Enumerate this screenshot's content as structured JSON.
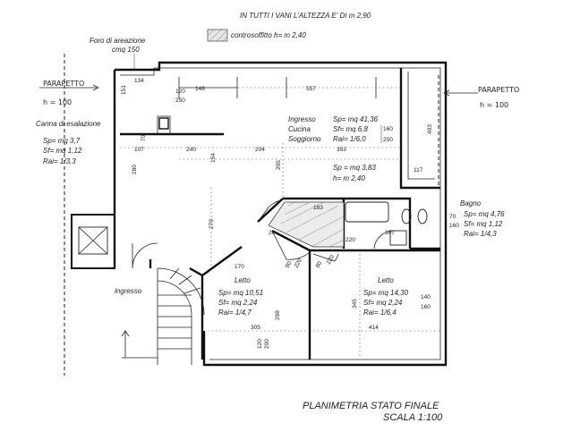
{
  "header": {
    "note": "IN TUTTI I VANI L'ALTEZZA E' DI m 2,90",
    "legend": "controsoffitto h= m 2,40"
  },
  "annotations": {
    "foro_line1": "Foro di areazione",
    "foro_line2": "cmq 150",
    "parapetto_left": "PARAPETTO",
    "parapetto_left_h": "h = 100",
    "parapetto_right": "PARAPETTO",
    "parapetto_right_h": "h = 100",
    "canna": "Canna di esalazione",
    "ingresso": "ingresso"
  },
  "rooms": {
    "left": {
      "sp": "Sp= mq 3,7",
      "sf": "Sf= mq 1,12",
      "rai": "Rai= 1/3,3"
    },
    "main": {
      "name1": "Ingresso",
      "name2": "Cucina",
      "name3": "Soggiorno",
      "sp": "Sp= mq 41,36",
      "sf": "Sf= mq 6,8",
      "rai": "Rai= 1/6,0",
      "dim1": "160",
      "dim2": "250"
    },
    "hall": {
      "sp": "Sp = mq 3,83",
      "h": "h= m 2,40"
    },
    "bagno": {
      "name": "Bagno",
      "sp": "Sp= mq 4,76",
      "sf": "Sf= mq 1,12",
      "rai": "Rai= 1/4,3",
      "dim1": "70",
      "dim2": "160"
    },
    "letto1": {
      "name": "Letto",
      "sp": "Sp= mq 10,51",
      "sf": "Sf= mq 2,24",
      "rai": "Rai= 1/4,7"
    },
    "letto2": {
      "name": "Letto",
      "sp": "Sp= mq 14,30",
      "sf": "Sf= mq 2,24",
      "rai": "Rai= 1/6,4",
      "dim1": "140",
      "dim2": "160"
    }
  },
  "dimensions": {
    "d134": "134",
    "d151": "151",
    "d120": "120",
    "d250a": "250",
    "d148": "148",
    "d557": "557",
    "d403": "403",
    "d70": "70",
    "d107": "107",
    "d240": "240",
    "d204": "204",
    "d353": "353",
    "d154": "154",
    "d205": "205",
    "d280": "280",
    "d117": "117",
    "d183": "183",
    "d270": "270",
    "d20": "20",
    "d220": "220",
    "d307": "307",
    "d170": "170",
    "d80a": "80",
    "d220b": "220",
    "d80b": "80",
    "d220c": "220",
    "d345": "345",
    "d305": "305",
    "d414": "414",
    "d120b": "120",
    "d200": "200",
    "d298": "298"
  },
  "title": {
    "line1": "PLANIMETRIA STATO FINALE",
    "line2": "SCALA 1:100"
  }
}
